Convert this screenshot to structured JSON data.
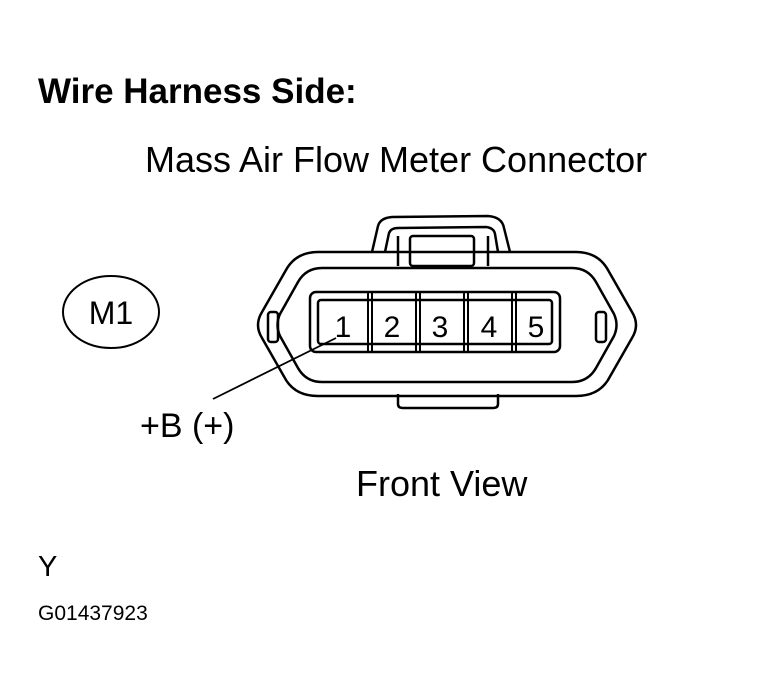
{
  "diagram": {
    "heading": "Wire Harness Side:",
    "connector_name": "Mass Air Flow Meter Connector",
    "connector_id": "M1",
    "pins": [
      "1",
      "2",
      "3",
      "4",
      "5"
    ],
    "pin_callout": {
      "pin": "1",
      "label": "+B (+)"
    },
    "view_label": "Front View",
    "wire_color_code": "Y",
    "figure_code": "G01437923"
  }
}
